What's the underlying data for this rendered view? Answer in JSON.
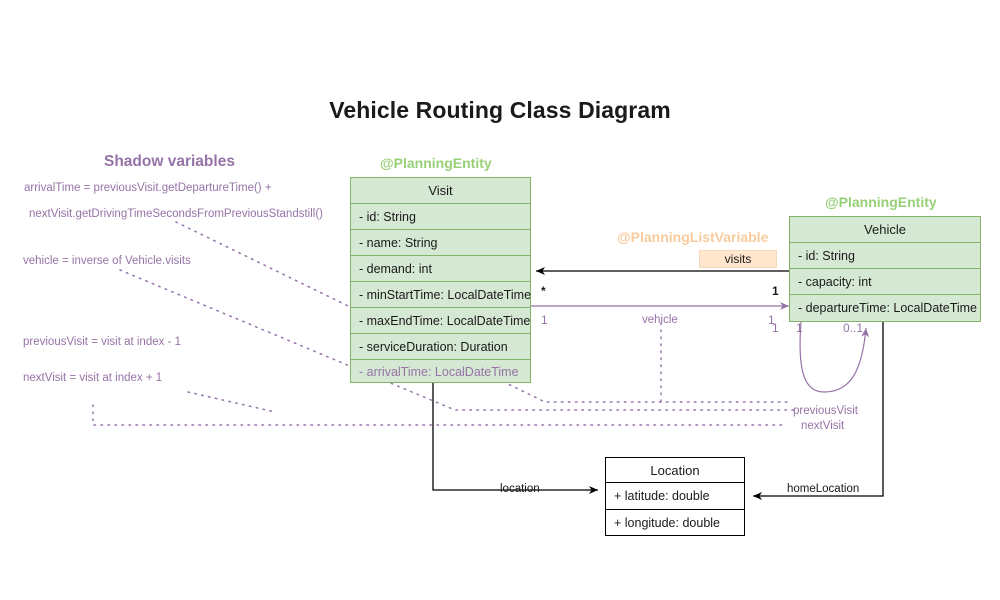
{
  "diagram": {
    "title": "Vehicle Routing Class Diagram",
    "colors": {
      "entity_fill": "#d5e8d4",
      "entity_stroke": "#82b366",
      "entity_stereotype": "#97d077",
      "listvariable_stereotype": "#f8cb9c",
      "listvariable_badge_fill": "#ffe6cc",
      "shadow_purple": "#9673a6",
      "plain_stroke": "#000000",
      "background": "#ffffff"
    }
  },
  "shadow_panel": {
    "title": "Shadow variables",
    "notes": [
      "arrivalTime = previousVisit.getDepartureTime() +",
      "nextVisit.getDrivingTimeSecondsFromPreviousStandstill()",
      "vehicle = inverse of Vehicle.visits",
      "previousVisit = visit at index - 1",
      "nextVisit = visit at index + 1"
    ]
  },
  "classes": [
    {
      "id": "visit",
      "stereotype": "@PlanningEntity",
      "name": "Visit",
      "attributes": [
        {
          "text": "- id: String",
          "shadow": false
        },
        {
          "text": "- name: String",
          "shadow": false
        },
        {
          "text": "- demand: int",
          "shadow": false
        },
        {
          "text": "- minStartTime: LocalDateTime",
          "shadow": false
        },
        {
          "text": "- maxEndTime: LocalDateTime",
          "shadow": false
        },
        {
          "text": "- serviceDuration: Duration",
          "shadow": false
        },
        {
          "text": "- arrivalTime: LocalDateTime",
          "shadow": true
        }
      ]
    },
    {
      "id": "vehicle",
      "stereotype": "@PlanningEntity",
      "name": "Vehicle",
      "attributes": [
        {
          "text": "- id: String",
          "shadow": false
        },
        {
          "text": "- capacity: int",
          "shadow": false
        },
        {
          "text": "- departureTime: LocalDateTime",
          "shadow": false
        }
      ]
    },
    {
      "id": "location",
      "stereotype": "",
      "name": "Location",
      "attributes": [
        {
          "text": "+ latitude: double",
          "shadow": false
        },
        {
          "text": "+ longitude: double",
          "shadow": false
        }
      ]
    }
  ],
  "associations": [
    {
      "id": "visits",
      "stereotype": "@PlanningListVariable",
      "label": "visits",
      "source_multiplicity": "1",
      "target_multiplicity": "*",
      "style": "solid-black"
    },
    {
      "id": "vehicle-ref",
      "label": "vehicle",
      "source_multiplicity": "1",
      "target_multiplicity": "1",
      "style": "solid-purple"
    },
    {
      "id": "previous-visit",
      "label": "previousVisit",
      "source_multiplicity": "1",
      "target_multiplicity": "0..1",
      "style": "dotted-purple"
    },
    {
      "id": "next-visit",
      "label": "nextVisit",
      "source_multiplicity": "1",
      "target_multiplicity": "0..1",
      "style": "dotted-purple"
    },
    {
      "id": "location-ref",
      "label": "location",
      "style": "solid-black"
    },
    {
      "id": "home-location-ref",
      "label": "homeLocation",
      "style": "solid-black"
    }
  ],
  "labels": {
    "visits_badge": "visits",
    "visits_stereotype": "@PlanningListVariable",
    "vehicle_edge": "vehicle",
    "previous_visit_edge": "previousVisit",
    "next_visit_edge": "nextVisit",
    "location_edge": "location",
    "home_location_edge": "homeLocation",
    "mult_star": "*",
    "mult_one_a": "1",
    "mult_one_b": "1",
    "mult_one_c": "1",
    "mult_one_d": "1",
    "mult_one_e": "1",
    "mult_one_f": "1",
    "mult_zero_one": "0..1"
  }
}
